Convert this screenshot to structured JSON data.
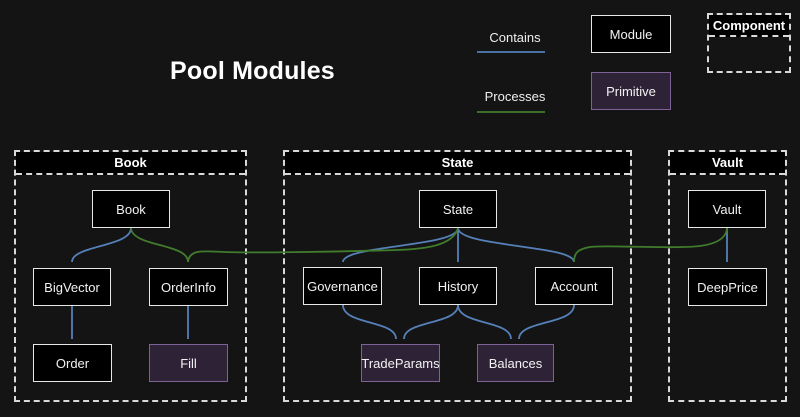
{
  "title": "Pool Modules",
  "legend": {
    "contains_label": "Contains",
    "processes_label": "Processes",
    "module_label": "Module",
    "primitive_label": "Primitive",
    "component_label": "Component"
  },
  "colors": {
    "background": "#141414",
    "node_fill": "#000000",
    "node_border": "#e8e8e8",
    "primitive_fill": "#2e2336",
    "primitive_border": "#7e6296",
    "container_border": "#d9d9d9",
    "text": "#f2f2f2",
    "contains_edge": "#5580b8",
    "processes_edge": "#417c2d"
  },
  "containers": {
    "book": {
      "label": "Book"
    },
    "state": {
      "label": "State"
    },
    "vault": {
      "label": "Vault"
    }
  },
  "nodes": {
    "book": {
      "label": "Book",
      "type": "module"
    },
    "bigvector": {
      "label": "BigVector",
      "type": "module"
    },
    "orderinfo": {
      "label": "OrderInfo",
      "type": "module"
    },
    "order": {
      "label": "Order",
      "type": "module"
    },
    "fill": {
      "label": "Fill",
      "type": "primitive"
    },
    "state": {
      "label": "State",
      "type": "module"
    },
    "governance": {
      "label": "Governance",
      "type": "module"
    },
    "history": {
      "label": "History",
      "type": "module"
    },
    "account": {
      "label": "Account",
      "type": "module"
    },
    "tradeparams": {
      "label": "TradeParams",
      "type": "primitive"
    },
    "balances": {
      "label": "Balances",
      "type": "primitive"
    },
    "vault": {
      "label": "Vault",
      "type": "module"
    },
    "deepprice": {
      "label": "DeepPrice",
      "type": "module"
    }
  },
  "edges": [
    {
      "from": "Book",
      "to": "BigVector",
      "type": "contains"
    },
    {
      "from": "BigVector",
      "to": "Order",
      "type": "contains"
    },
    {
      "from": "OrderInfo",
      "to": "Fill",
      "type": "contains"
    },
    {
      "from": "State",
      "to": "Governance",
      "type": "contains"
    },
    {
      "from": "State",
      "to": "History",
      "type": "contains"
    },
    {
      "from": "State",
      "to": "Account",
      "type": "contains"
    },
    {
      "from": "Governance",
      "to": "TradeParams",
      "type": "contains"
    },
    {
      "from": "History",
      "to": "TradeParams",
      "type": "contains"
    },
    {
      "from": "History",
      "to": "Balances",
      "type": "contains"
    },
    {
      "from": "Account",
      "to": "Balances",
      "type": "contains"
    },
    {
      "from": "Vault",
      "to": "DeepPrice",
      "type": "contains"
    },
    {
      "from": "Book",
      "to": "OrderInfo",
      "type": "processes"
    },
    {
      "from": "State",
      "to": "OrderInfo",
      "type": "processes"
    },
    {
      "from": "Vault",
      "to": "Account",
      "type": "processes"
    }
  ]
}
